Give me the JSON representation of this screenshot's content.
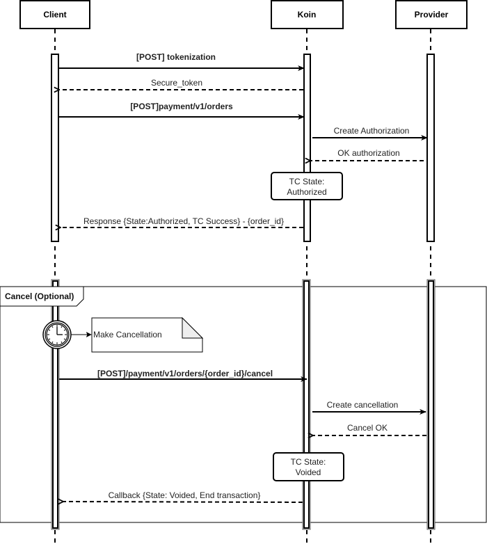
{
  "diagram": {
    "type": "sequence",
    "participants": [
      {
        "id": "client",
        "label": "Client"
      },
      {
        "id": "koin",
        "label": "Koin"
      },
      {
        "id": "provider",
        "label": "Provider"
      }
    ],
    "messages": [
      {
        "from": "client",
        "to": "koin",
        "label": "[POST] tokenization",
        "style": "sync",
        "bold": true
      },
      {
        "from": "koin",
        "to": "client",
        "label": "Secure_token",
        "style": "return",
        "bold": false
      },
      {
        "from": "client",
        "to": "koin",
        "label": "[POST]payment/v1/orders",
        "style": "sync",
        "bold": true
      },
      {
        "from": "koin",
        "to": "provider",
        "label": "Create Authorization",
        "style": "sync",
        "bold": false
      },
      {
        "from": "provider",
        "to": "koin",
        "label": "OK authorization",
        "style": "return",
        "bold": false
      },
      {
        "from": "koin",
        "to": "client",
        "label": "Response {State:Authorized, TC Success} - {order_id}",
        "style": "return",
        "bold": false
      },
      {
        "from": "client",
        "to": "koin",
        "label": "[POST]/payment/v1/orders/{order_id}/cancel",
        "style": "sync",
        "bold": true
      },
      {
        "from": "koin",
        "to": "provider",
        "label": "Create cancellation",
        "style": "sync",
        "bold": false
      },
      {
        "from": "provider",
        "to": "koin",
        "label": "Cancel OK",
        "style": "return",
        "bold": false
      },
      {
        "from": "koin",
        "to": "client",
        "label": "Callback {State: Voided, End transaction}",
        "style": "return",
        "bold": false
      }
    ],
    "states": [
      {
        "participant": "koin",
        "line1": "TC State:",
        "line2": "Authorized"
      },
      {
        "participant": "koin",
        "line1": "TC State:",
        "line2": "Voided"
      }
    ],
    "frame": {
      "label": "Cancel (Optional)"
    },
    "timer": {
      "icon": "clock-icon",
      "note": "Make Cancellation"
    }
  }
}
